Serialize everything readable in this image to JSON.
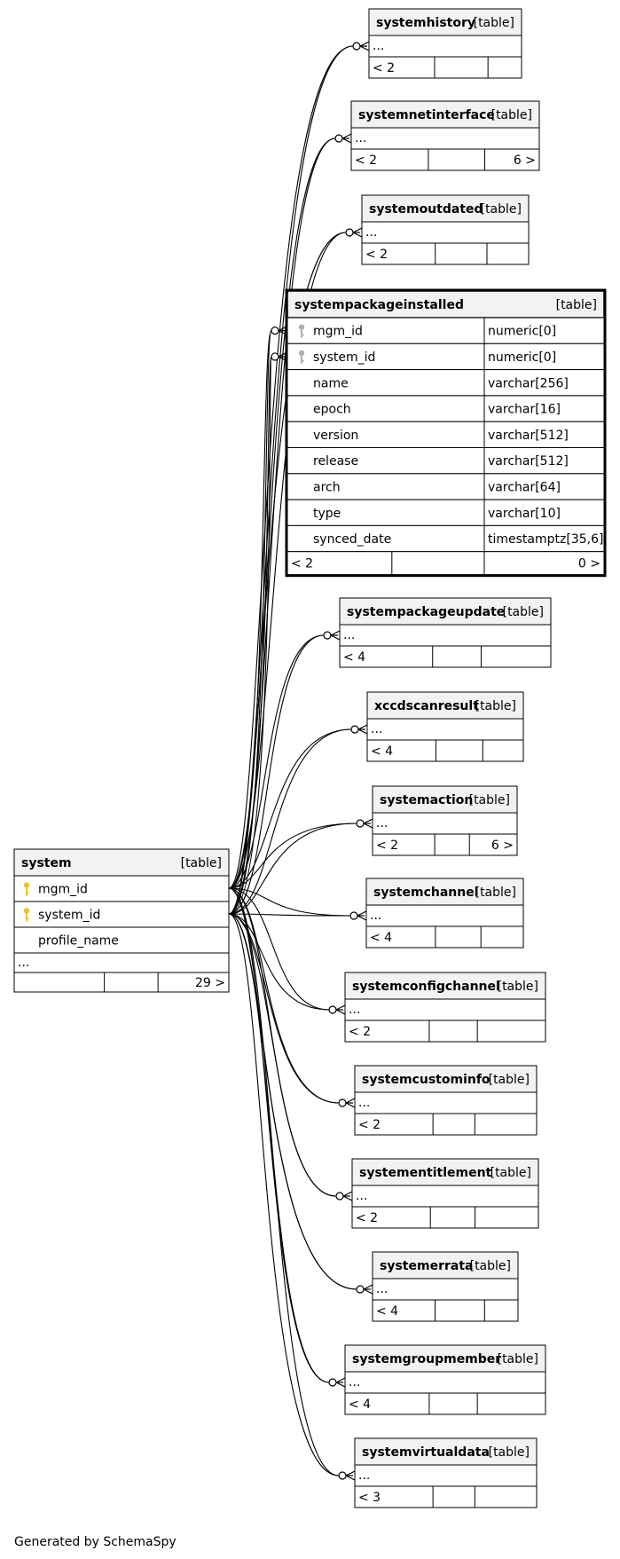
{
  "footer": "Generated by SchemaSpy",
  "diagram": {
    "main": {
      "name": "systempackageinstalled",
      "kind": "[table]",
      "columns": [
        {
          "name": "mgm_id",
          "type": "numeric[0]",
          "key": "foreign"
        },
        {
          "name": "system_id",
          "type": "numeric[0]",
          "key": "foreign"
        },
        {
          "name": "name",
          "type": "varchar[256]"
        },
        {
          "name": "epoch",
          "type": "varchar[16]"
        },
        {
          "name": "version",
          "type": "varchar[512]"
        },
        {
          "name": "release",
          "type": "varchar[512]"
        },
        {
          "name": "arch",
          "type": "varchar[64]"
        },
        {
          "name": "type",
          "type": "varchar[10]"
        },
        {
          "name": "synced_date",
          "type": "timestamptz[35,6]"
        }
      ],
      "footer": [
        "< 2",
        "",
        "0 >"
      ]
    },
    "parent": {
      "name": "system",
      "kind": "[table]",
      "columns": [
        {
          "name": "mgm_id",
          "key": "primary"
        },
        {
          "name": "system_id",
          "key": "primary"
        },
        {
          "name": "profile_name"
        }
      ],
      "ellipsis": "...",
      "footer": [
        "",
        "",
        "29 >"
      ]
    },
    "tables": [
      {
        "name": "systemhistory",
        "kind": "[table]",
        "ellipsis": "...",
        "footer": [
          "< 2",
          "",
          ""
        ]
      },
      {
        "name": "systemnetinterface",
        "kind": "[table]",
        "ellipsis": "...",
        "footer": [
          "< 2",
          "",
          "6 >"
        ]
      },
      {
        "name": "systemoutdated",
        "kind": "[table]",
        "ellipsis": "...",
        "footer": [
          "< 2",
          "",
          ""
        ]
      },
      {
        "name": "systempackageupdate",
        "kind": "[table]",
        "ellipsis": "...",
        "footer": [
          "< 4",
          "",
          ""
        ]
      },
      {
        "name": "xccdscanresult",
        "kind": "[table]",
        "ellipsis": "...",
        "footer": [
          "< 4",
          "",
          ""
        ]
      },
      {
        "name": "systemaction",
        "kind": "[table]",
        "ellipsis": "...",
        "footer": [
          "< 2",
          "",
          "6 >"
        ]
      },
      {
        "name": "systemchannel",
        "kind": "[table]",
        "ellipsis": "...",
        "footer": [
          "< 4",
          "",
          ""
        ]
      },
      {
        "name": "systemconfigchannel",
        "kind": "[table]",
        "ellipsis": "...",
        "footer": [
          "< 2",
          "",
          ""
        ]
      },
      {
        "name": "systemcustominfo",
        "kind": "[table]",
        "ellipsis": "...",
        "footer": [
          "< 2",
          "",
          ""
        ]
      },
      {
        "name": "systementitlement",
        "kind": "[table]",
        "ellipsis": "...",
        "footer": [
          "< 2",
          "",
          ""
        ]
      },
      {
        "name": "systemerrata",
        "kind": "[table]",
        "ellipsis": "...",
        "footer": [
          "< 4",
          "",
          ""
        ]
      },
      {
        "name": "systemgroupmember",
        "kind": "[table]",
        "ellipsis": "...",
        "footer": [
          "< 4",
          "",
          ""
        ]
      },
      {
        "name": "systemvirtualdata",
        "kind": "[table]",
        "ellipsis": "...",
        "footer": [
          "< 3",
          "",
          ""
        ]
      }
    ]
  },
  "colors": {
    "header": "#f2f2f2",
    "border": "#000000",
    "key_primary": "#e8c52a",
    "key_foreign": "#b0b0b0"
  }
}
